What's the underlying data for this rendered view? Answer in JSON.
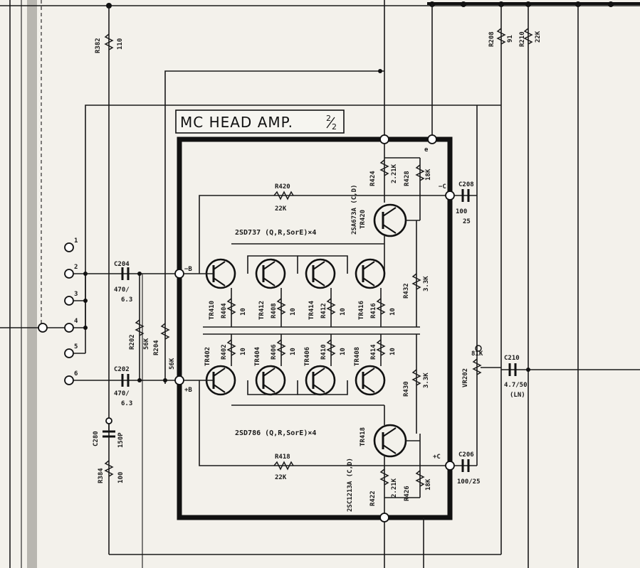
{
  "title": "MC HEAD AMP.",
  "title_fraction": "2/2",
  "title_frac_num": "2",
  "title_frac_den": "2",
  "pins": [
    "1",
    "2",
    "3",
    "4",
    "5",
    "6"
  ],
  "caps": {
    "C204": {
      "ref": "C204",
      "value_top": "470/",
      "value_bot": "6.3"
    },
    "C202": {
      "ref": "C202",
      "value_top": "470/",
      "value_bot": "6.3"
    },
    "C280": {
      "ref": "C280",
      "value": "150P"
    },
    "C208": {
      "ref": "C208",
      "value_top": "100",
      "value_bot": "25"
    },
    "C206": {
      "ref": "C206",
      "value": "100/25"
    },
    "C210": {
      "ref": "C210",
      "value": "4.7/50",
      "extra": "(LN)"
    }
  },
  "resistors": {
    "R382": {
      "ref": "R382",
      "value": "110"
    },
    "R384": {
      "ref": "R384",
      "value": "100"
    },
    "R202": {
      "ref": "R202",
      "value": "56K"
    },
    "R204": {
      "ref": "R204",
      "value": "56K"
    },
    "R208": {
      "ref": "R208",
      "value": "91"
    },
    "R210": {
      "ref": "R210",
      "value": "22K"
    },
    "R420": {
      "ref": "R420",
      "value": "22K"
    },
    "R418": {
      "ref": "R418",
      "value": "22K"
    },
    "R424": {
      "ref": "R424",
      "value": "2.21K"
    },
    "R428": {
      "ref": "R428",
      "value": "18K"
    },
    "R422": {
      "ref": "R422",
      "value": "2.21K"
    },
    "R426": {
      "ref": "R426",
      "value": "18K"
    },
    "R432": {
      "ref": "R432",
      "value": "3.3K"
    },
    "R430": {
      "ref": "R430",
      "value": "3.3K"
    },
    "R404": {
      "ref": "R404",
      "value": "10"
    },
    "R408": {
      "ref": "R408",
      "value": "10"
    },
    "R412": {
      "ref": "R412",
      "value": "10"
    },
    "R416": {
      "ref": "R416",
      "value": "10"
    },
    "R402": {
      "ref": "R402",
      "value": "10"
    },
    "R406": {
      "ref": "R406",
      "value": "10"
    },
    "R410": {
      "ref": "R410",
      "value": "10"
    },
    "R414": {
      "ref": "R414",
      "value": "10"
    }
  },
  "vr": {
    "ref": "VR202",
    "value": "81K"
  },
  "transistors": {
    "TR420": {
      "ref": "TR420",
      "part": "2SA673A (C,D)"
    },
    "TR418": {
      "ref": "TR418",
      "part": "2SC1213A (C,D)"
    },
    "top_row": [
      "TR410",
      "TR412",
      "TR414",
      "TR416"
    ],
    "bot_row": [
      "TR402",
      "TR404",
      "TR406",
      "TR408"
    ],
    "top_part": "2SD737 (Q,R,SorE)×4",
    "bot_part": "2SD786 (Q,R,SorE)×4"
  },
  "node_labels": {
    "minus_b": "−B",
    "plus_b": "+B",
    "minus_c": "−C",
    "plus_c": "+C",
    "e": "e"
  }
}
